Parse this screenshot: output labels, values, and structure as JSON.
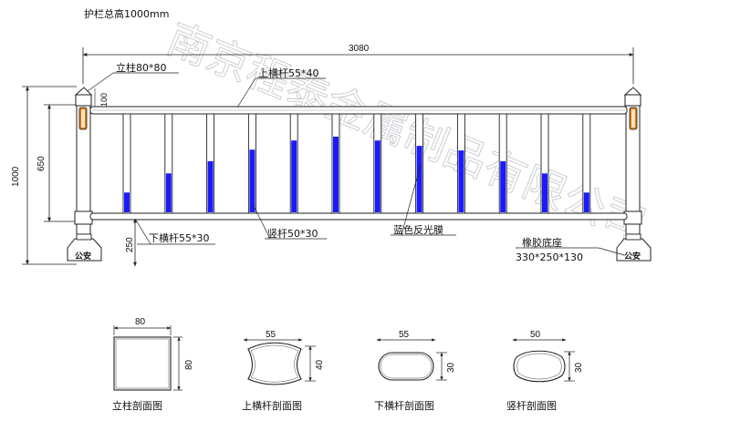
{
  "header": {
    "total_height": "护栏总高1000mm"
  },
  "dimensions": {
    "overall_width": "3080",
    "overall_height": "1000",
    "mid_height": "650",
    "top_offset": "100",
    "base_height": "250"
  },
  "callouts": {
    "post": "立柱80*80",
    "top_rail": "上横杆55*40",
    "bottom_rail": "下横杆55*30",
    "vertical_bar": "竖杆50*30",
    "reflective_film": "蓝色反光膜",
    "rubber_base": "橡胶底座",
    "rubber_base_size": "330*250*130"
  },
  "base_badge": "公安",
  "watermark": "南京程泰金属制品有限公司",
  "colors": {
    "reflective_film": "#1a1aff",
    "post_reflector": "#e07b1a",
    "line": "#222222"
  },
  "reflector_levels": [
    0.27,
    0.52,
    0.68,
    0.83,
    0.95,
    1.0,
    0.95,
    0.88,
    0.82,
    0.68,
    0.52,
    0.27
  ],
  "sections": [
    {
      "id": "post",
      "width": "80",
      "height": "80",
      "caption": "立柱剖面图"
    },
    {
      "id": "top-rail",
      "width": "55",
      "height": "40",
      "caption": "上横杆剖面图"
    },
    {
      "id": "bottom-rail",
      "width": "55",
      "height": "30",
      "caption": "下横杆剖面图"
    },
    {
      "id": "vertical-bar",
      "width": "50",
      "height": "30",
      "caption": "竖杆剖面图"
    }
  ]
}
